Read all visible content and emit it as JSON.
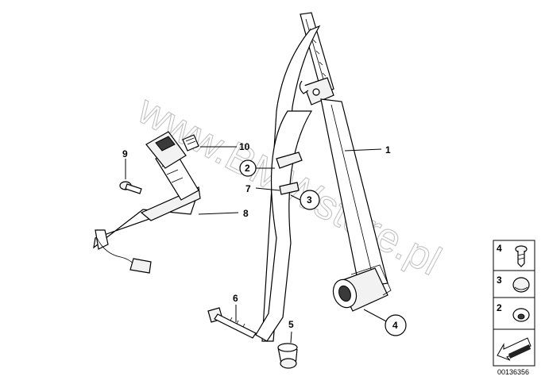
{
  "diagram": {
    "watermark": "www.BMWstore.pl",
    "reference_number": "00136356",
    "callouts": [
      {
        "id": "c1",
        "label": "1",
        "circled": false
      },
      {
        "id": "c2",
        "label": "2",
        "circled": true
      },
      {
        "id": "c3",
        "label": "3",
        "circled": true
      },
      {
        "id": "c4",
        "label": "4",
        "circled": true
      },
      {
        "id": "c5",
        "label": "5",
        "circled": false
      },
      {
        "id": "c6",
        "label": "6",
        "circled": false
      },
      {
        "id": "c7",
        "label": "7",
        "circled": false
      },
      {
        "id": "c8",
        "label": "8",
        "circled": false
      },
      {
        "id": "c9",
        "label": "9",
        "circled": false
      },
      {
        "id": "c10",
        "label": "10",
        "circled": false
      }
    ],
    "legend_panel": {
      "items": [
        {
          "label": "4",
          "icon": "screw-icon"
        },
        {
          "label": "3",
          "icon": "cap-icon"
        },
        {
          "label": "2",
          "icon": "button-stop-icon"
        }
      ],
      "arrow_icon": "direction-arrow-icon"
    }
  }
}
